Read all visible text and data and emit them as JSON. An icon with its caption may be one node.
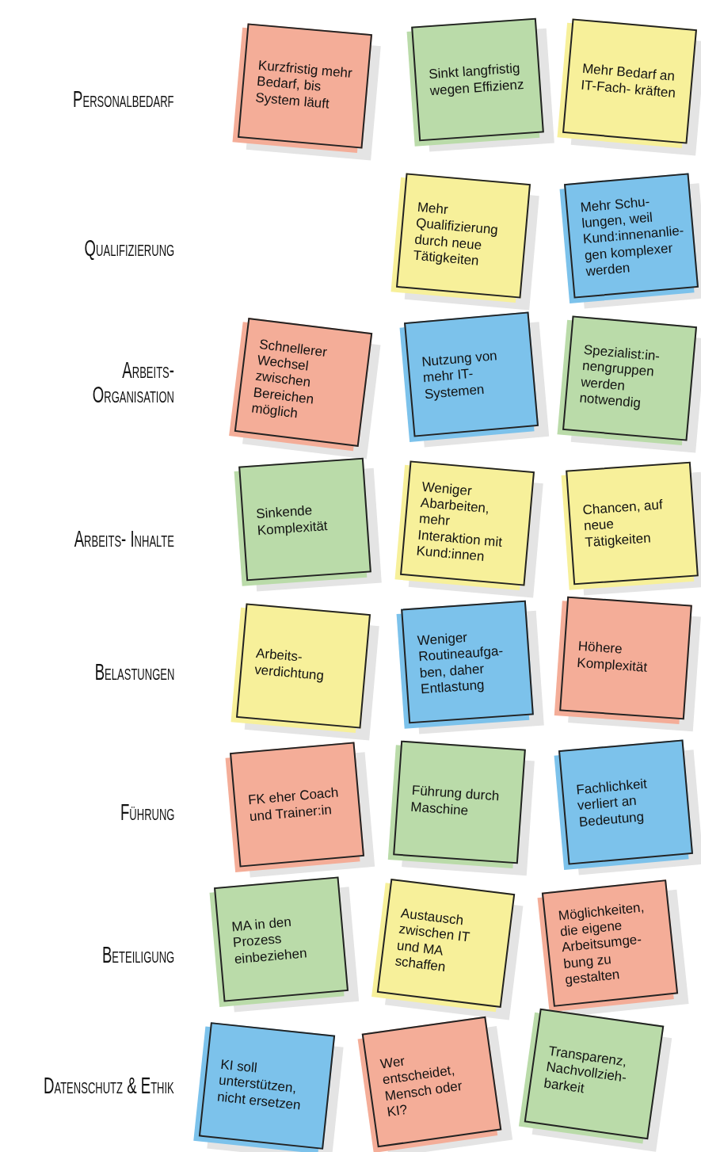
{
  "diagram": {
    "nodes": [
      {
        "text": [
          "Kurzfristig mehr Bedarf, bis System läuft"
        ]
      },
      {
        "text": [
          "Sinkt langfristig wegen Effizienz"
        ]
      },
      {
        "text": [
          "Mehr Bedarf an IT-Fach- kräften"
        ]
      },
      {
        "text": [
          "Mehr Qualifizierung durch neue Tätigkeiten"
        ]
      },
      {
        "text": [
          "Mehr Schu- lungen, weil Kund:innenanlie- gen komplexer werden"
        ]
      },
      {
        "text": [
          "Schnellerer Wechsel zwischen Bereichen möglich"
        ]
      },
      {
        "text": [
          "Nutzung von mehr IT-Systemen"
        ]
      },
      {
        "text": [
          "Spezialist:in- nengruppen werden notwendig"
        ]
      },
      {
        "text": [
          "Sinkende Komplexität"
        ]
      },
      {
        "text": [
          "Weniger Abarbeiten, mehr Interaktion mit Kund:innen"
        ]
      },
      {
        "text": [
          "Chancen, auf neue Tätigkeiten"
        ]
      },
      {
        "text": [
          "Arbeits- verdichtung"
        ]
      },
      {
        "text": [
          "Weniger Routineaufga- ben, daher Entlastung"
        ]
      },
      {
        "text": [
          "Höhere Komplexität"
        ]
      },
      {
        "text": [
          "FK eher Coach und Trainer:in"
        ]
      },
      {
        "text": [
          "Führung durch Maschine"
        ]
      },
      {
        "text": [
          "Fachlichkeit verliert an Bedeutung"
        ]
      },
      {
        "text": [
          "MA in den Prozess einbeziehen"
        ]
      },
      {
        "text": [
          "Austausch zwischen IT und MA schaffen"
        ]
      },
      {
        "text": [
          "Möglichkeiten, die eigene Arbeitsumge- bung zu gestalten"
        ]
      },
      {
        "text": [
          "KI soll unterstützen, nicht ersetzen"
        ]
      },
      {
        "text": [
          "Wer entscheidet, Mensch oder KI?"
        ]
      },
      {
        "text": [
          "Transparenz, Nachvollzieh- barkeit"
        ]
      }
    ],
    "labels": [
      "Personalbedarf",
      "Qualifizierung",
      "Arbeits- Organisation",
      "Arbeits- Inhalte",
      "Belastungen",
      "Führung",
      "Beteiligung",
      "Datenschutz & Ethik"
    ]
  }
}
